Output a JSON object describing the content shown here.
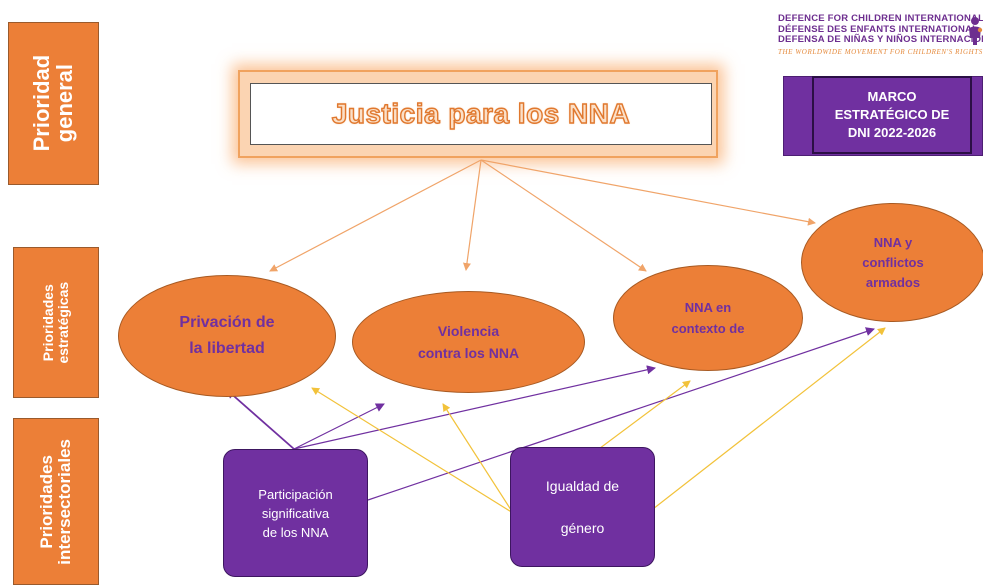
{
  "side_labels": [
    {
      "lines": [
        "Prioridad",
        "general"
      ]
    },
    {
      "lines": [
        "Prioridades",
        "estratégicas"
      ]
    },
    {
      "lines": [
        "Prioridades",
        "intersectoriales"
      ]
    }
  ],
  "title": "Justicia para los NNA",
  "logo": {
    "lines": [
      "DEFENCE FOR CHILDREN INTERNATIONAL",
      "DÉFENSE DES ENFANTS INTERNATIONAL",
      "DEFENSA DE NIÑAS Y NIÑOS INTERNACIONAL"
    ],
    "tagline": "THE WORLDWIDE MOVEMENT FOR CHILDREN'S RIGHTS"
  },
  "marco": "MARCO\nESTRATÉGICO DE\nDNI 2022-2026",
  "strategic": [
    {
      "label": "Privación de\nla libertad"
    },
    {
      "label": "Violencia\ncontra los NNA"
    },
    {
      "label": "NNA en\ncontexto de"
    },
    {
      "label": "NNA y\nconflictos\narmados"
    }
  ],
  "intersectoral": [
    {
      "label": "Participación\nsignificativa\nde los NNA"
    },
    {
      "label": "Igualdad de\n\ngénero"
    }
  ],
  "colors": {
    "orange": "#ec7f37",
    "purple": "#7030a0",
    "title_arrow": "#f0a469",
    "yellow_arrow": "#f2c23a"
  }
}
